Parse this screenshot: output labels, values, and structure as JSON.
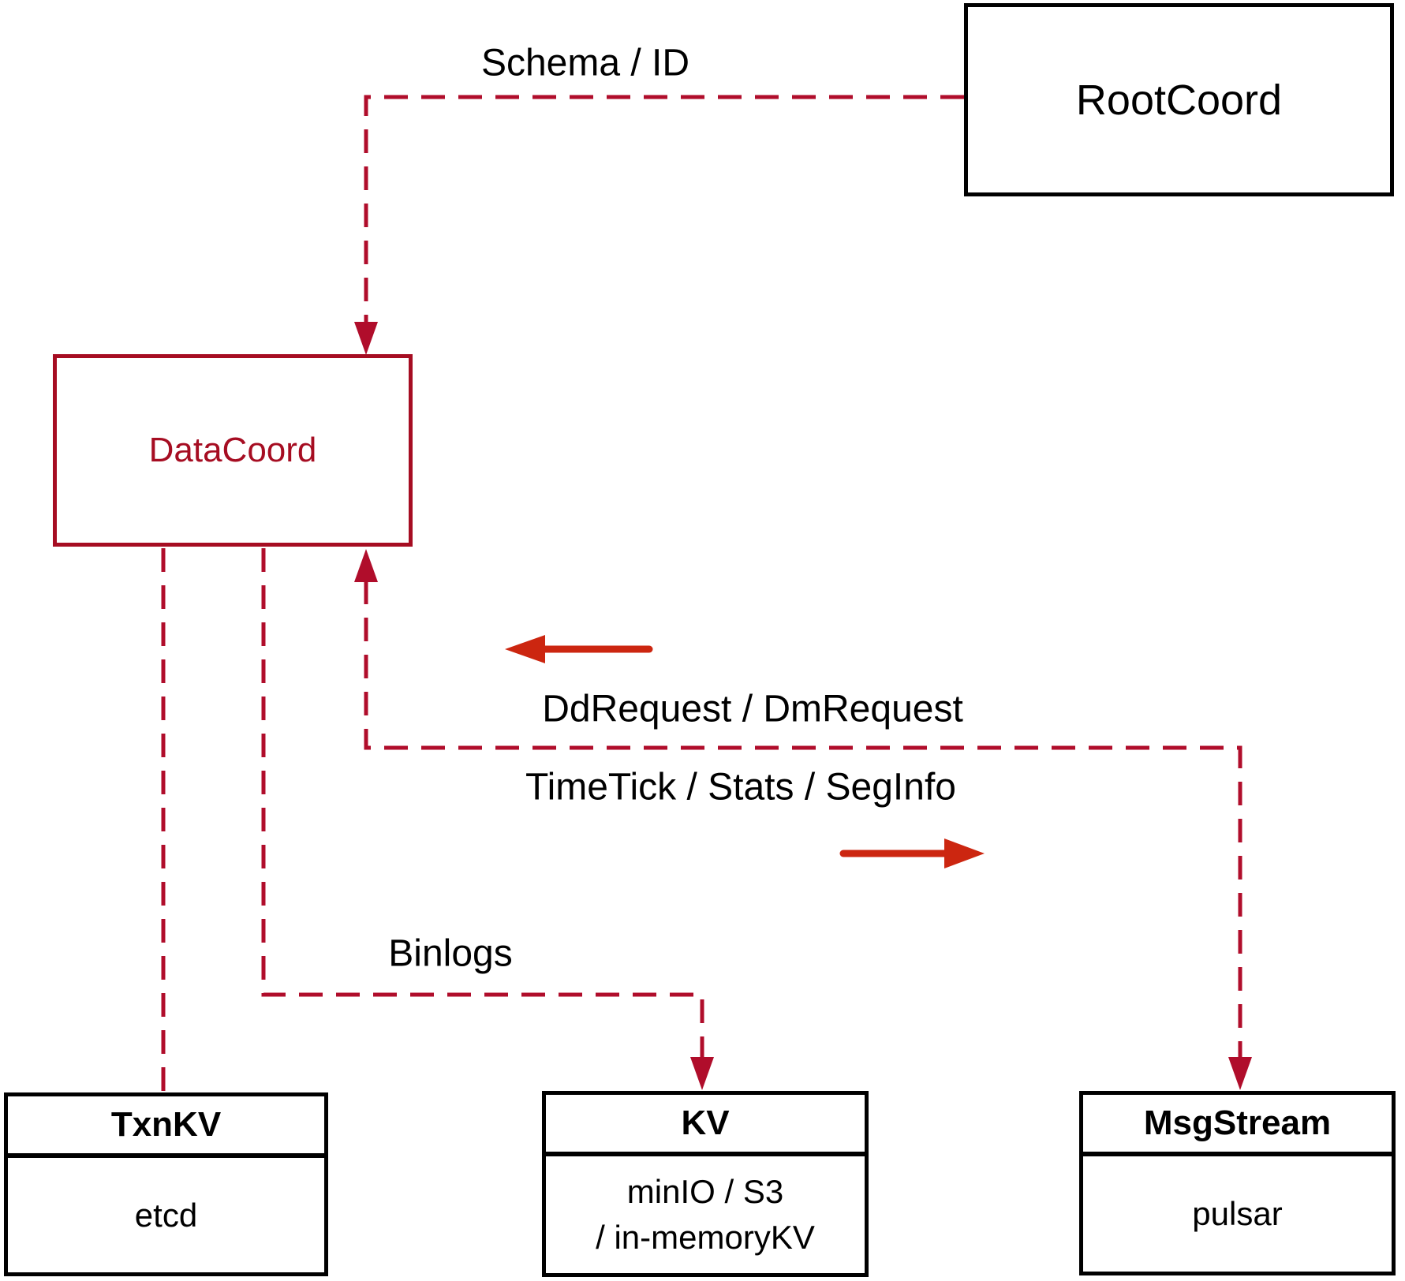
{
  "colors": {
    "accent": "#a60d22",
    "dash": "#b00d2b",
    "arrow": "#cc2610",
    "border": "#000000",
    "text": "#000000"
  },
  "nodes": {
    "root_coord": {
      "label": "RootCoord"
    },
    "data_coord": {
      "label": "DataCoord"
    },
    "txn_kv": {
      "title": "TxnKV",
      "body": "etcd"
    },
    "kv": {
      "title": "KV",
      "body_line1": "minIO / S3",
      "body_line2": "/ in-memoryKV"
    },
    "msg_stream": {
      "title": "MsgStream",
      "body": "pulsar"
    }
  },
  "edges": {
    "schema_id": {
      "label": "Schema / ID"
    },
    "dd_dm": {
      "label": "DdRequest / DmRequest"
    },
    "timetick": {
      "label": "TimeTick / Stats / SegInfo"
    },
    "binlogs": {
      "label": "Binlogs"
    }
  }
}
